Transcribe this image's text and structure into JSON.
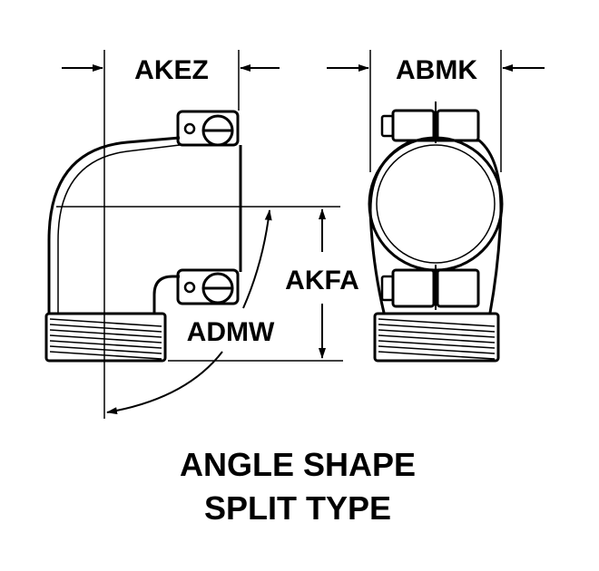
{
  "dimensions": {
    "akez": "AKEZ",
    "abmk": "ABMK",
    "akfa": "AKFA",
    "admw": "ADMW"
  },
  "caption": {
    "line1": "ANGLE SHAPE",
    "line2": "SPLIT TYPE"
  },
  "colors": {
    "ink": "#000000",
    "paper": "#ffffff"
  }
}
